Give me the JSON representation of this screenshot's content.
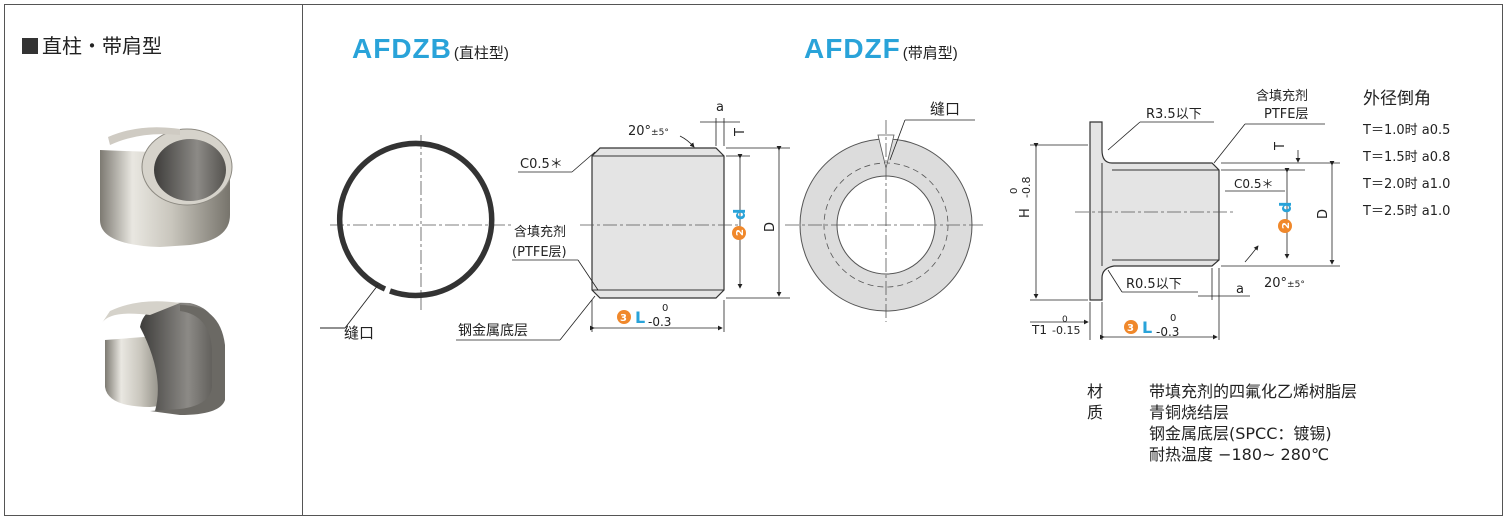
{
  "section_title": "直柱・带肩型",
  "models": {
    "straight": {
      "code": "AFDZB",
      "type": "(直柱型)"
    },
    "flanged": {
      "code": "AFDZF",
      "type": "(带肩型)"
    }
  },
  "labels": {
    "slit": "缝口",
    "chamfer_c": "C0.5＊",
    "angle": "20°",
    "angle_tol": "±5°",
    "dim_a": "a",
    "dim_T": "T",
    "dim_D": "D",
    "dim_d": "d",
    "dim_L": "L",
    "dim_H": "H",
    "dim_T1": "T1",
    "tol_zero": "0",
    "tol_L": "-0.3",
    "tol_H": "-0.8",
    "tol_T1": "-0.15",
    "num_2": "2",
    "num_3": "3",
    "filler": "含填充剂",
    "filler_ptfe": "(PTFE层)",
    "filler_ptfe2": "PTFE层",
    "metal_base": "钢金属底层",
    "r35": "R3.5以下",
    "r05": "R0.5以下"
  },
  "chamfer_table": {
    "title": "外径倒角",
    "rows": [
      "T＝1.0时 a0.5",
      "T＝1.5时 a0.8",
      "T＝2.0时 a1.0",
      "T＝2.5时 a1.0"
    ]
  },
  "spec": {
    "label": "材质",
    "lines": [
      "带填充剂的四氟化乙烯树脂层",
      "青铜烧结层",
      "钢金属底层(SPCC：镀锡)",
      "耐热温度 −180~ 280℃"
    ]
  },
  "colors": {
    "accent_blue": "#29a3d9",
    "accent_orange": "#f0882b",
    "metal": "#a8a8a8"
  }
}
